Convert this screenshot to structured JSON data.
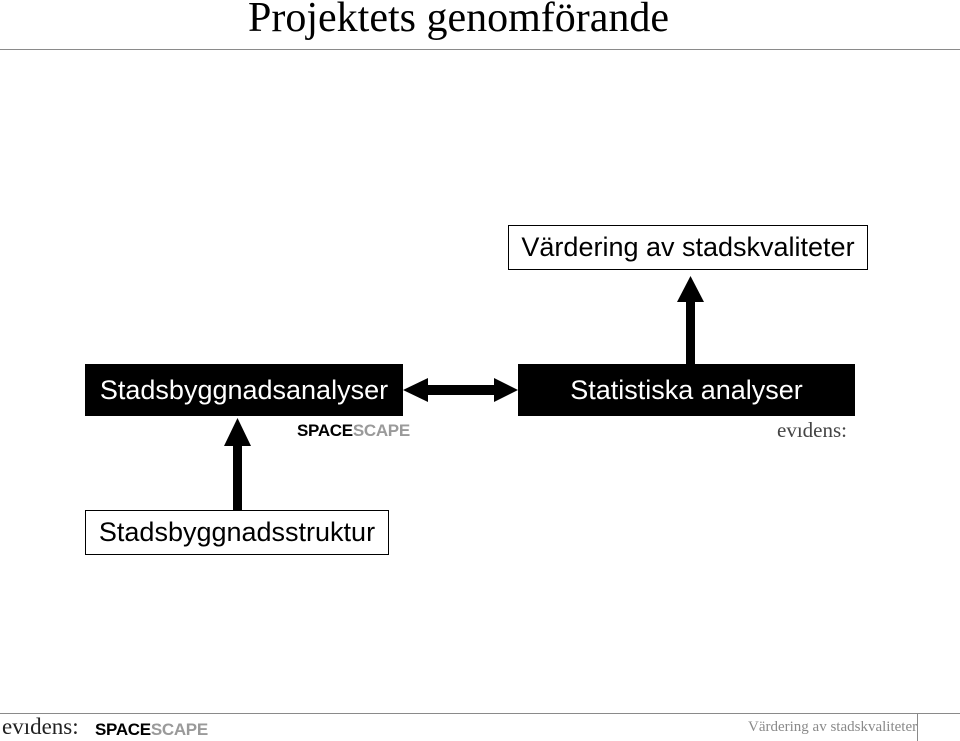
{
  "slide": {
    "title": "Projektets genomförande",
    "footer_text": "Värdering av stadskvaliteter"
  },
  "diagram": {
    "nodes": {
      "vardering": "Värdering av stadskvaliteter",
      "stadsbyggnadsanalyser": "Stadsbyggnadsanalyser",
      "statistiska": "Statistiska analyser",
      "struktur": "Stadsbyggnadsstruktur"
    },
    "edges": [
      {
        "from": "stadsbyggnadsstruktur",
        "to": "stadsbyggnadsanalyser",
        "direction": "up"
      },
      {
        "from": "stadsbyggnadsanalyser",
        "to": "statistiska",
        "direction": "both"
      },
      {
        "from": "statistiska",
        "to": "vardering",
        "direction": "up"
      }
    ]
  },
  "logos": {
    "spacescape_part1": "SPACE",
    "spacescape_part2": "SCAPE",
    "evidens": "evıdens:"
  },
  "colors": {
    "accent": "#000000",
    "logo_gray": "#9a9a9a",
    "rule": "#8a8a8a"
  }
}
